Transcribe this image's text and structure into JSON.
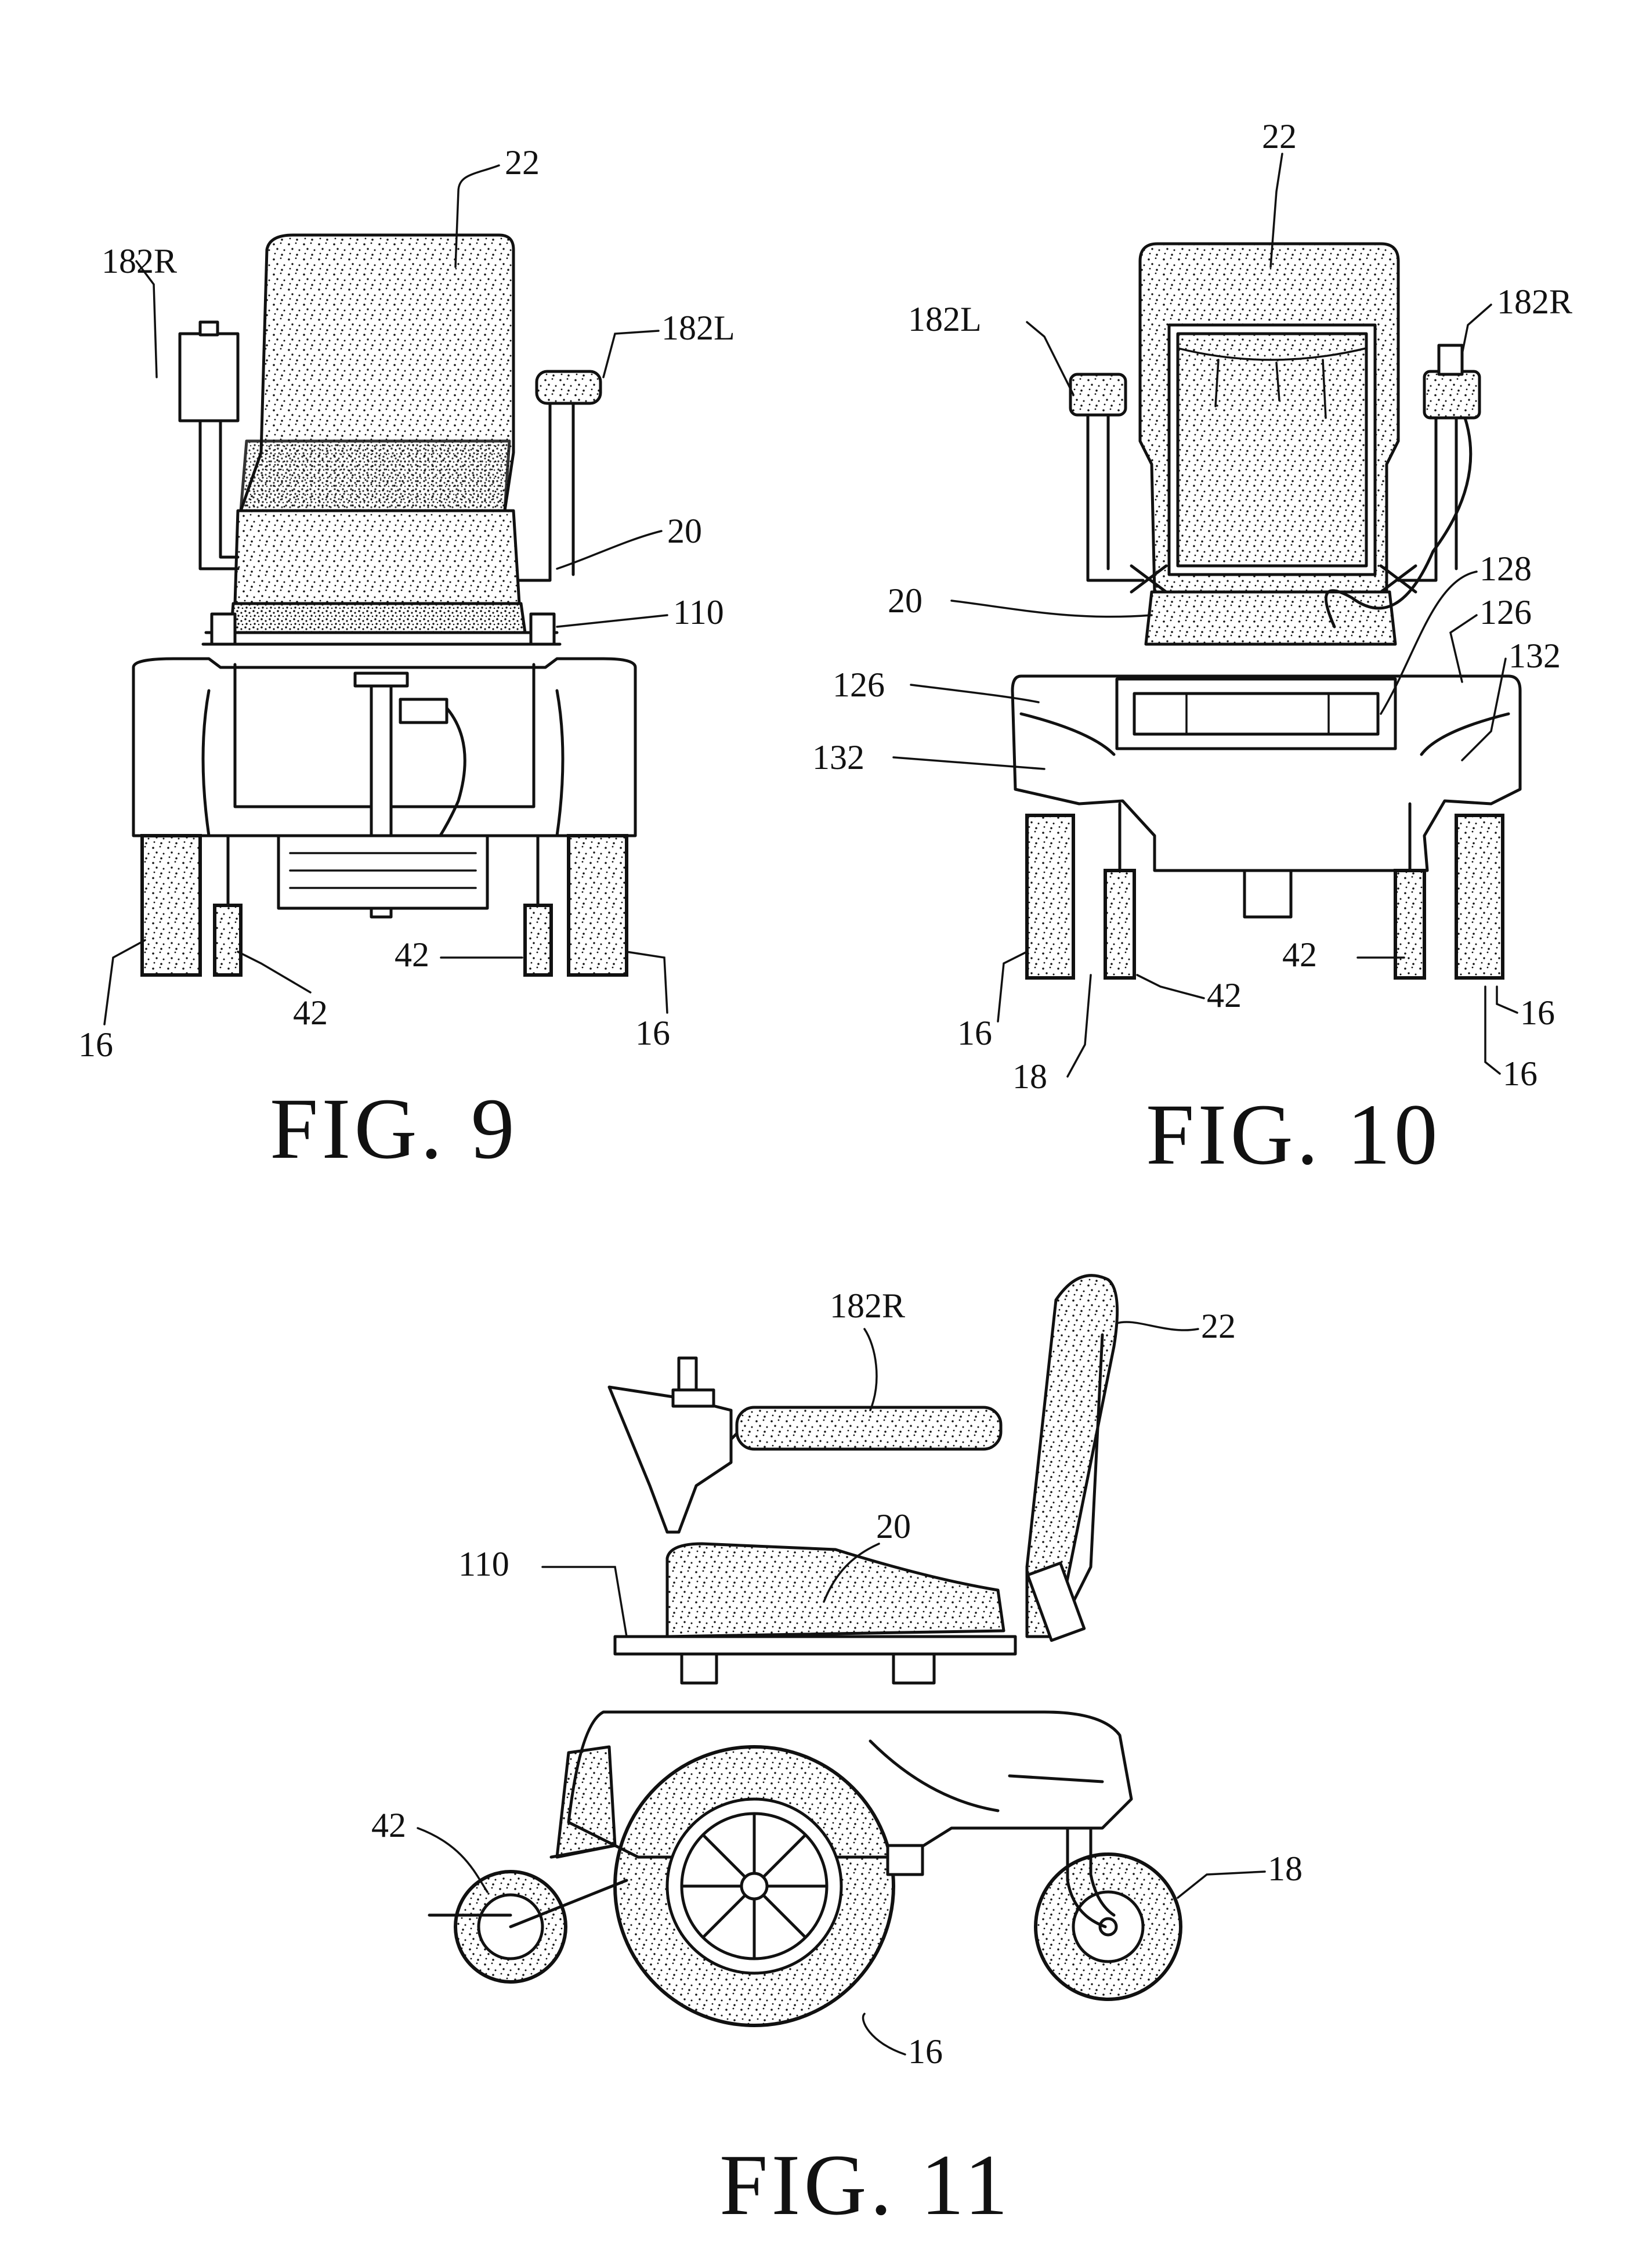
{
  "figures": [
    {
      "id": "fig9",
      "caption": "FIG. 9",
      "callouts": [
        "22",
        "182R",
        "182L",
        "20",
        "110",
        "16",
        "42",
        "42",
        "16"
      ]
    },
    {
      "id": "fig10",
      "caption": "FIG. 10",
      "callouts": [
        "22",
        "182L",
        "182R",
        "128",
        "20",
        "126",
        "126",
        "132",
        "132",
        "42",
        "42",
        "16",
        "16",
        "16",
        "18"
      ]
    },
    {
      "id": "fig11",
      "caption": "FIG. 11",
      "callouts": [
        "182R",
        "22",
        "20",
        "110",
        "42",
        "18",
        "16"
      ]
    }
  ]
}
